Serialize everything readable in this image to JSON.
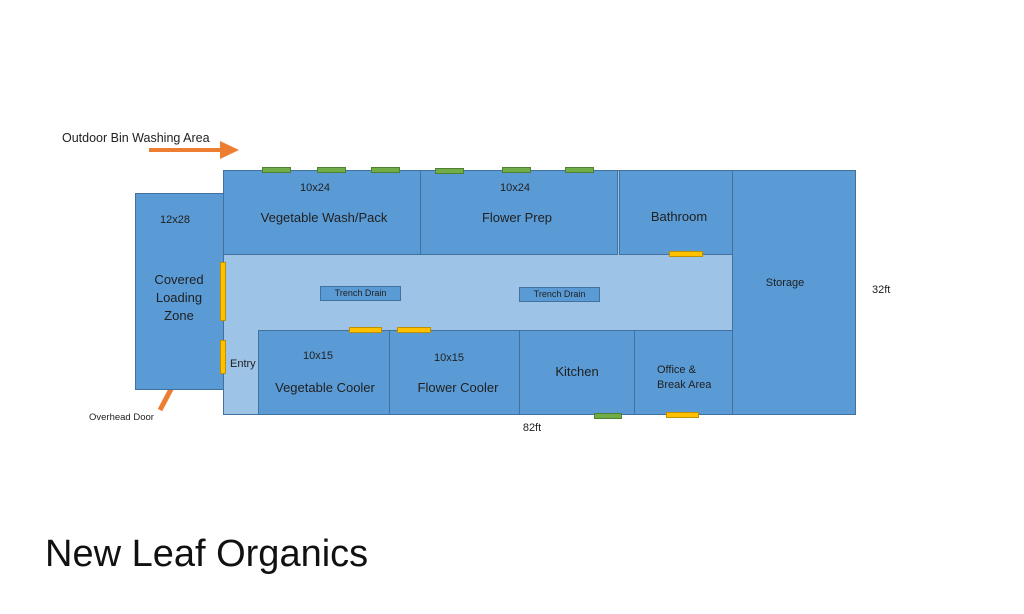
{
  "labels": {
    "outdoor_bin": "Outdoor Bin Washing Area",
    "overhead_door": "Overhead Door",
    "entry": "Entry",
    "width_dim": "82ft",
    "depth_dim": "32ft",
    "company": "New Leaf Organics"
  },
  "rooms": {
    "loading_size": "12x28",
    "loading_name": "Covered\nLoading\nZone",
    "veg_wash_size": "10x24",
    "veg_wash_name": "Vegetable Wash/Pack",
    "flower_prep_size": "10x24",
    "flower_prep_name": "Flower Prep",
    "bathroom_name": "Bathroom",
    "storage_name": "Storage",
    "veg_cooler_size": "10x15",
    "veg_cooler_name": "Vegetable Cooler",
    "flower_cooler_size": "10x15",
    "flower_cooler_name": "Flower Cooler",
    "kitchen_name": "Kitchen",
    "office_name": "Office &\nBreak Area"
  },
  "drains": {
    "left": "Trench Drain",
    "right": "Trench Drain"
  },
  "colors": {
    "room_fill": "#5b9bd5",
    "hall_fill": "#9dc3e6",
    "outline": "#41719c",
    "window": "#70ad47",
    "door": "#ffc000",
    "arrow": "#ed7d31"
  }
}
